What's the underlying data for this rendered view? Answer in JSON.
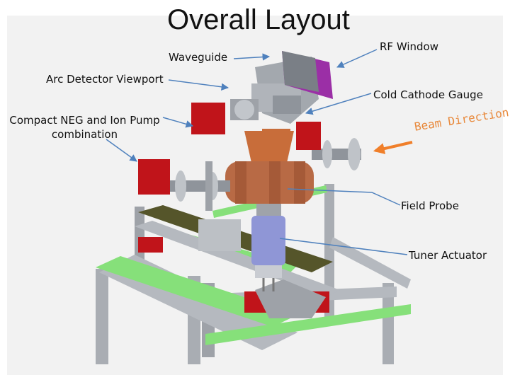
{
  "slide": {
    "title": "Overall Layout",
    "labels": {
      "waveguide": "Waveguide",
      "rf_window": "RF Window",
      "arc_detector": "Arc Detector Viewport",
      "cold_cathode": "Cold Cathode Gauge",
      "neg_pump_line1": "Compact NEG and Ion Pump",
      "neg_pump_line2": "combination",
      "beam_direction": "Beam Direction",
      "field_probe": "Field Probe",
      "tuner_actuator": "Tuner Actuator"
    },
    "colors": {
      "leader_line": "#4f81bd",
      "beam_arrow": "#f07f2a",
      "frame_green": "#86e07a",
      "frame_gray": "#a9adb3",
      "cavity_copper": "#b86a45",
      "pump_red": "#c0141a",
      "rf_window_purple": "#9b2fa6",
      "tuner_blue": "#8f96d6"
    }
  }
}
